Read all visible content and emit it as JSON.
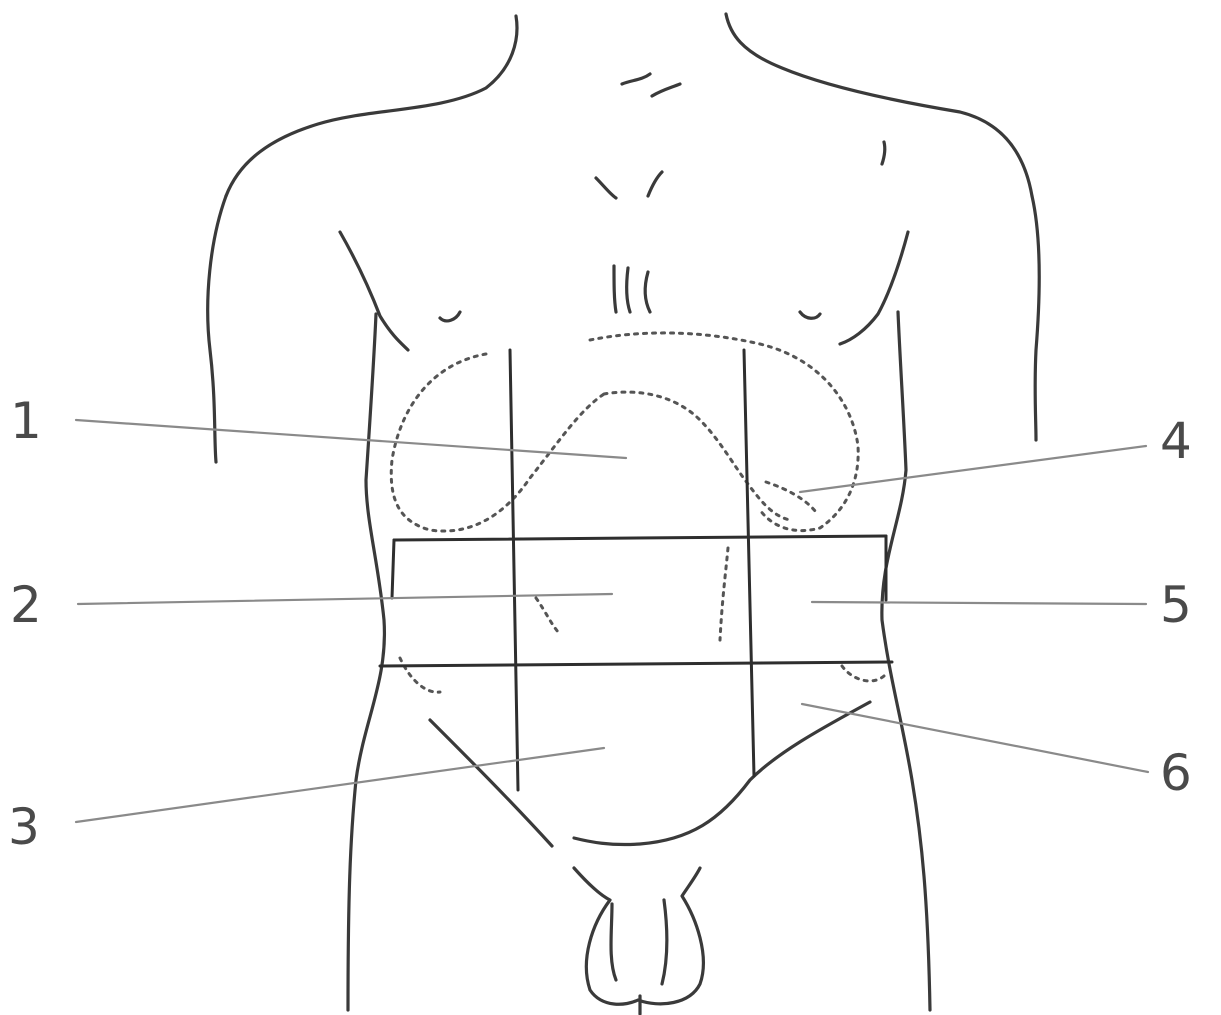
{
  "figure": {
    "callouts": [
      {
        "number": "1"
      },
      {
        "number": "2"
      },
      {
        "number": "3"
      },
      {
        "number": "4"
      },
      {
        "number": "5"
      },
      {
        "number": "6"
      }
    ]
  }
}
